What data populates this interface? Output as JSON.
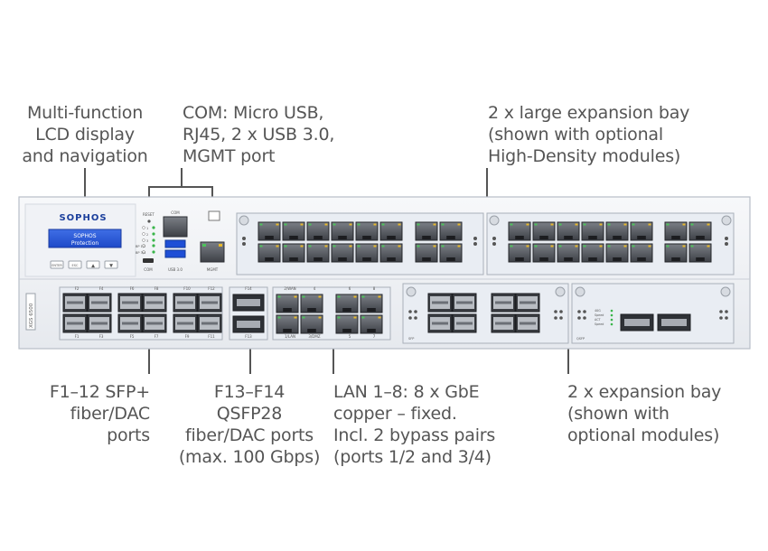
{
  "callouts": {
    "lcd": [
      "Multi-function",
      "LCD display",
      "and navigation"
    ],
    "com": [
      "COM: Micro USB,",
      "RJ45, 2 x USB 3.0,",
      "MGMT port"
    ],
    "large_bay": [
      "2 x large expansion bay",
      "(shown with optional",
      "High-Density modules)"
    ],
    "sfp": [
      "F1–12 SFP+",
      "fiber/DAC",
      "ports"
    ],
    "qsfp": [
      "F13–F14",
      "QSFP28",
      "fiber/DAC ports",
      "(max. 100 Gbps)"
    ],
    "lan": [
      "LAN 1–8: 8 x GbE",
      "copper – fixed.",
      "Incl. 2 bypass pairs",
      "(ports 1/2 and 3/4)"
    ],
    "exp_bay": [
      "2 x expansion bay",
      "(shown with",
      "optional modules)"
    ]
  },
  "device": {
    "brand": "SOPHOS",
    "lcd_text": [
      "SOPHOS",
      "Protection"
    ],
    "model": "XGS 6500",
    "reset_label": "RESET",
    "com_label": "COM",
    "usb_label": "USB 3.0",
    "mgmt_label": "MGMT",
    "status_leds": [
      "1",
      "2",
      "3",
      "BP 1/2",
      "BP 3/4"
    ],
    "nav_buttons": [
      "ENTER",
      "ESC",
      "▲",
      "▼"
    ],
    "sfp_top": [
      "F2",
      "F4",
      "F6",
      "F8",
      "F10",
      "F12"
    ],
    "sfp_bottom": [
      "F1",
      "F3",
      "F5",
      "F7",
      "F9",
      "F11"
    ],
    "qsfp_top": "F14",
    "qsfp_bottom": "F13",
    "lan_top": [
      "2/WAN",
      "4",
      "6",
      "8"
    ],
    "lan_bottom": [
      "1/LAN",
      "3/DMZ",
      "5",
      "7"
    ],
    "module_sfp_label": "SFP",
    "module_qsfp_label": "QSFP",
    "module_qsfp_leds": [
      "40G",
      "Speed",
      "ACT",
      "Speed"
    ]
  }
}
